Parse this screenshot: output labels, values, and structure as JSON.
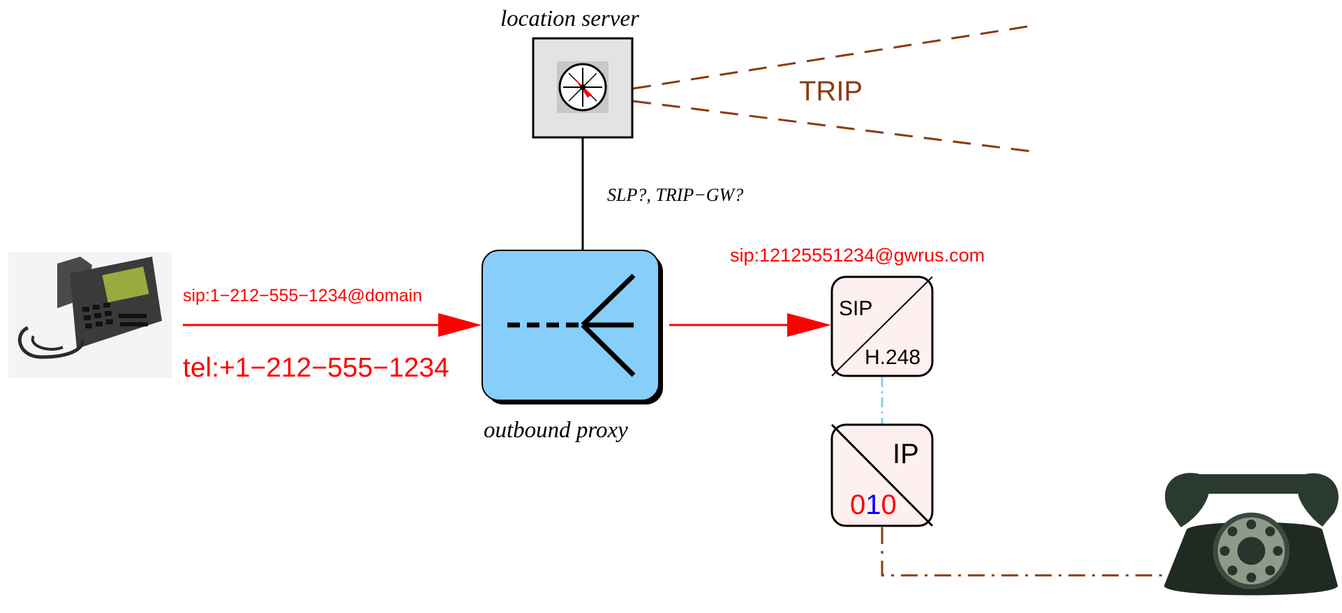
{
  "labels": {
    "location_server": "location server",
    "trip": "TRIP",
    "slp_trip_gw": "SLP?, TRIP−GW?",
    "outbound_proxy": "outbound proxy",
    "sip_uri_domain": "sip:1−212−555−1234@domain",
    "tel_uri": "tel:+1−212−555−1234",
    "sip_uri_gw": "sip:12125551234@gwrus.com",
    "gateway_sip": "SIP",
    "gateway_h248": "H.248",
    "media_gw_ip": "IP",
    "media_gw_digit_0a": "0",
    "media_gw_digit_1": "1",
    "media_gw_digit_0b": "0"
  },
  "colors": {
    "signal_red": "#ff0000",
    "trip_brown": "#8b3a0f",
    "proxy_fill": "#87cefa",
    "gateway_fill": "#fff0f0",
    "server_fill": "#e3e3e3",
    "control_link": "#87cefa",
    "digit_blue": "#0000ff"
  },
  "icons": {
    "server": "compass-icon",
    "proxy": "fork-icon",
    "caller": "ip-desk-phone-icon",
    "callee": "rotary-phone-icon"
  }
}
